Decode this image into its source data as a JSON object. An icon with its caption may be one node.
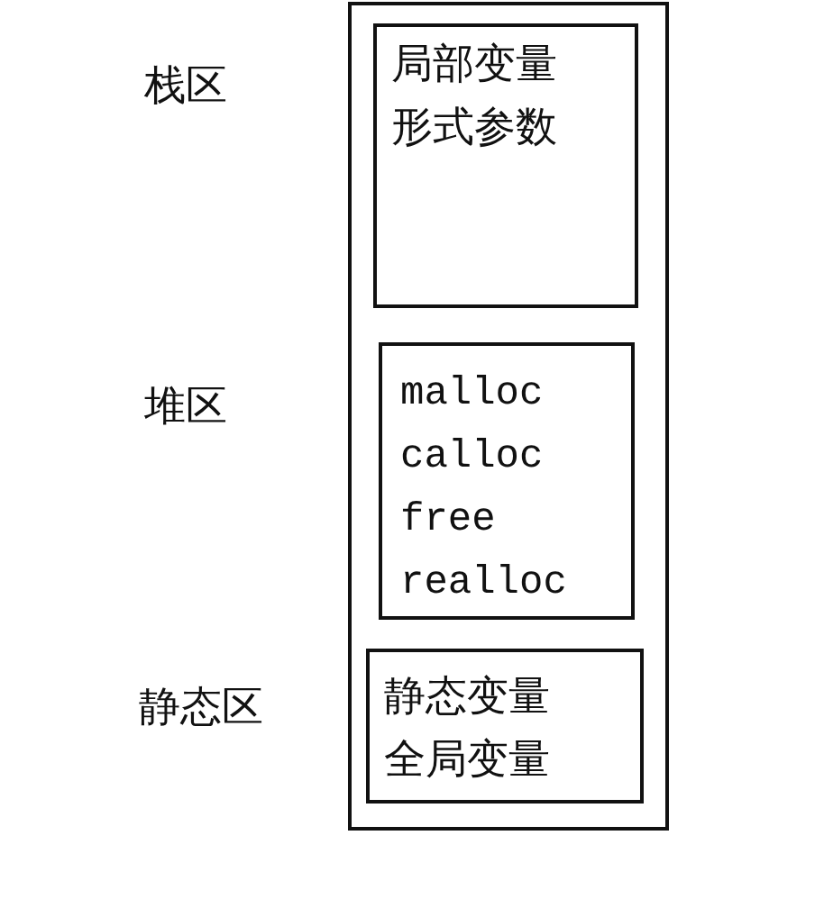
{
  "diagram": {
    "nodes": [
      {
        "text": [],
        "shape": "box"
      },
      {
        "text": [
          "局部变量",
          "形式参数"
        ],
        "in": 0,
        "beside": [
          "栈区"
        ]
      },
      {
        "text": [
          "malloc",
          "calloc",
          "free",
          "realloc"
        ],
        "in": 0,
        "beside": [
          "堆区"
        ]
      },
      {
        "text": [
          "静态变量",
          "全局变量"
        ],
        "in": 0,
        "beside": [
          "静态区"
        ]
      }
    ]
  }
}
